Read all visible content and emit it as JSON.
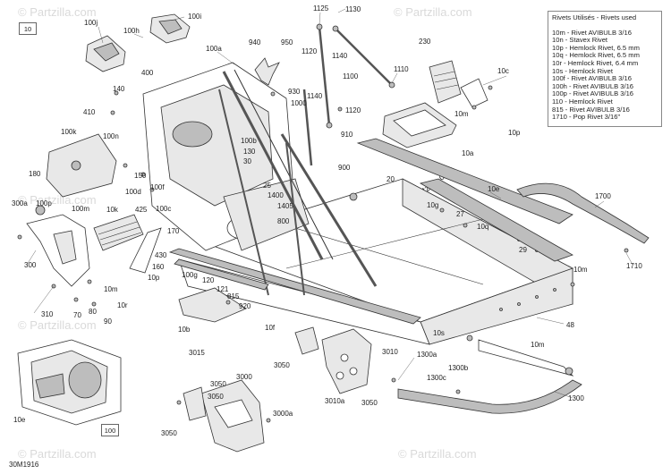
{
  "legend": {
    "title": "Rivets Utilisés - Rivets used",
    "rows": [
      "10m - Rivet AVIBULB 3/16",
      "10n - Stavex Rivet",
      "10p - Hemlock Rivet, 6.5 mm",
      "10q - Hemlock Rivet, 6.5 mm",
      "10r - Hemlock Rivet, 6.4 mm",
      "10s - Hemlock Rivet",
      "100f - Rivet AVIBULB 3/16",
      "100h - Rivet AVIBULB 3/16",
      "100p - Rivet AVIBULB 3/16",
      "110 - Hemlock Rivet",
      "815 - Rivet AVIBULB 3/16",
      "1710 - Pop Rivet 3/16\""
    ]
  },
  "boxes": {
    "top_left": "10",
    "bottom": "100"
  },
  "doc_code": "30M1916",
  "watermark": "© Partzilla.com",
  "labels": {
    "l100j": "100j",
    "l100i": "100i",
    "l100h": "100h",
    "l1125": "1125",
    "l1130": "1130",
    "l400": "400",
    "l100a": "100a",
    "l940": "940",
    "l950": "950",
    "l1120a": "1120",
    "l1140a": "1140",
    "l230": "230",
    "l10c": "10c",
    "l1110": "1110",
    "l1100": "1100",
    "l930": "930",
    "l1000": "1000",
    "l1140b": "1140",
    "l1120b": "1120",
    "l10m_a": "10m",
    "l10p_a": "10p",
    "l140": "140",
    "l410": "410",
    "l100k": "100k",
    "l100n": "100n",
    "l100b": "100b",
    "l130": "130",
    "l30": "30",
    "l910": "910",
    "l10a": "10a",
    "l900": "900",
    "l180": "180",
    "l100p": "100p",
    "l300a": "300a",
    "l150": "150",
    "l100f": "100f",
    "l100d": "100d",
    "l100m": "100m",
    "l20": "20",
    "l10e": "10e",
    "l1700": "1700",
    "l25": "25",
    "l1400": "1400",
    "l1405": "1405",
    "l10g": "10g",
    "l27": "27",
    "l10k": "10k",
    "l425": "425",
    "l100c": "100c",
    "l800": "800",
    "l10q": "10q",
    "l29": "29",
    "l300": "300",
    "l170": "170",
    "l430": "430",
    "l160": "160",
    "l1710": "1710",
    "l10p_b": "10p",
    "l100g": "100g",
    "l120": "120",
    "l121": "121",
    "l10m_b": "10m",
    "l815": "815",
    "l920": "920",
    "l10m_c": "10m",
    "l310": "310",
    "l70": "70",
    "l80": "80",
    "l90": "90",
    "l10r": "10r",
    "l10b": "10b",
    "l10f": "10f",
    "l48": "48",
    "l10s": "10s",
    "l10m_d": "10m",
    "l3015": "3015",
    "l3050a": "3050",
    "l3010": "3010",
    "l1300a": "1300a",
    "l1300b": "1300b",
    "l1300c": "1300c",
    "l3050b": "3050",
    "l3000": "3000",
    "l3010a": "3010a",
    "l3050c": "3050",
    "l3000a": "3000a",
    "l3050d": "3050",
    "l1300": "1300",
    "l10e_b": "10e"
  }
}
